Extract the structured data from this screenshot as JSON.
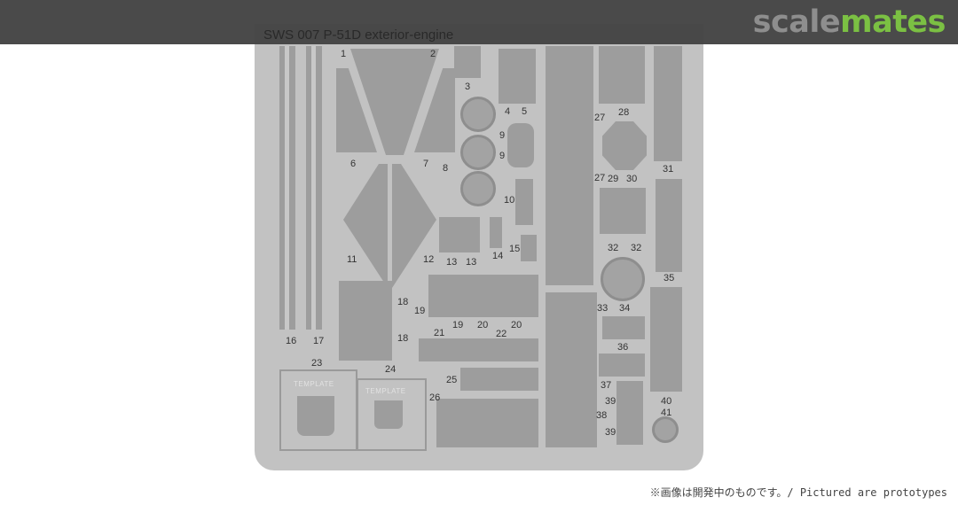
{
  "header": {
    "logo_part1": "scale",
    "logo_part2": "mates",
    "brand_colors": {
      "gray": "#8e8e8e",
      "green": "#7bc043"
    }
  },
  "fret": {
    "title": "SWS 007 P-51D exterior-engine",
    "template_label": "TEMPLATE",
    "part_numbers": [
      "1",
      "2",
      "3",
      "4",
      "5",
      "6",
      "7",
      "8",
      "9",
      "9",
      "10",
      "11",
      "12",
      "13",
      "13",
      "14",
      "15",
      "16",
      "17",
      "18",
      "18",
      "19",
      "19",
      "20",
      "20",
      "21",
      "22",
      "23",
      "24",
      "25",
      "26",
      "27",
      "27",
      "28",
      "29",
      "30",
      "31",
      "32",
      "32",
      "33",
      "34",
      "35",
      "36",
      "37",
      "38",
      "39",
      "39",
      "40",
      "41"
    ]
  },
  "caption": "※画像は開発中のものです。/ Pictured are prototypes"
}
